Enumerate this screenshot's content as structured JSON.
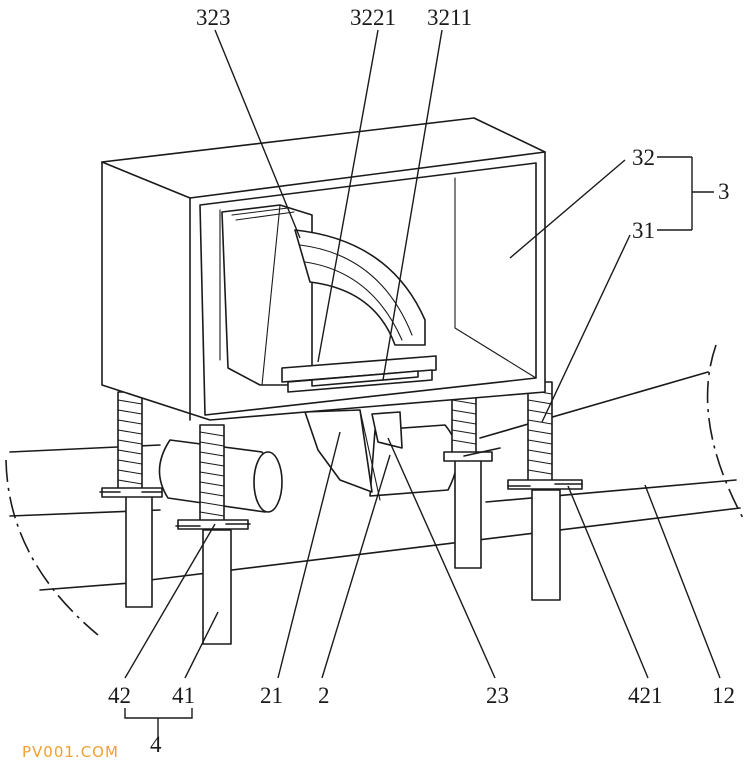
{
  "labels": {
    "l323": "323",
    "l3221": "3221",
    "l3211": "3211",
    "l32": "32",
    "l3": "3",
    "l31": "31",
    "l42": "42",
    "l41": "41",
    "l4": "4",
    "l21": "21",
    "l2": "2",
    "l23": "23",
    "l421": "421",
    "l12": "12"
  },
  "watermark": "PV001.COM",
  "colors": {
    "line": "#1a1a1a",
    "watermark": "#f0a030"
  }
}
